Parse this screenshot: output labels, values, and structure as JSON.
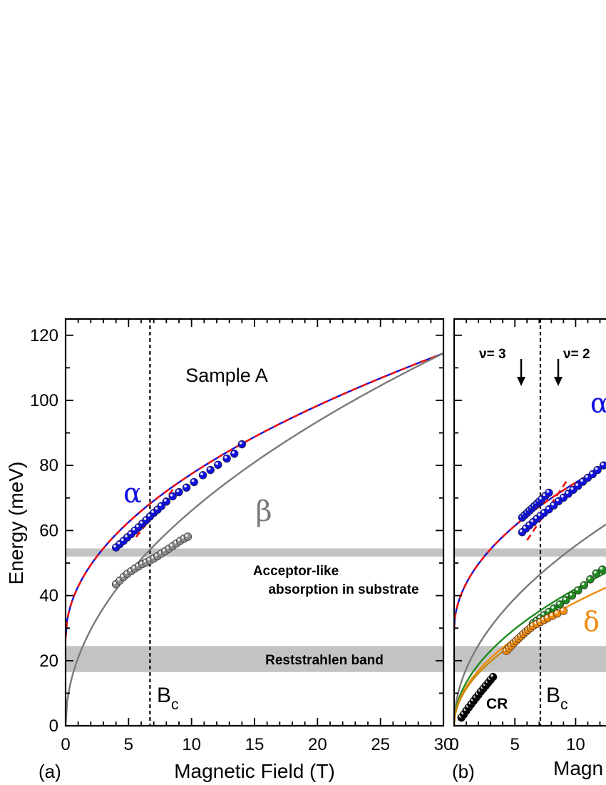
{
  "colors": {
    "blue": "#1010e0",
    "red_dashed": "#ee1111",
    "gray_curve": "#7a7a7a",
    "gray_points": "#8c8c8c",
    "band": "#c3c3c3",
    "green": "#1f8a1f",
    "orange": "#f08a10",
    "dark_orange": "#c78a0a",
    "black": "#000000"
  },
  "chart_data": [
    {
      "type": "scatter",
      "panel_label": "(a)",
      "xlabel": "Magnetic Field (T)",
      "ylabel": "Energy (meV)",
      "xlim": [
        0,
        30
      ],
      "ylim": [
        0,
        125
      ],
      "xticks": [
        0,
        5,
        10,
        15,
        20,
        25,
        30
      ],
      "yticks": [
        0,
        20,
        40,
        60,
        80,
        100,
        120
      ],
      "texts": {
        "sample": "Sample A",
        "alpha": "α",
        "beta": "β",
        "acceptor_line1": "Acceptor-like",
        "acceptor_line2": "absorption in substrate",
        "reststrahlen": "Reststrahlen band",
        "bc_main": "B",
        "bc_sub": "c"
      },
      "bc_field": 6.7,
      "bands": [
        {
          "name": "Acceptor-like absorption in substrate",
          "ymin": 52,
          "ymax": 54.5
        },
        {
          "name": "Reststrahlen band",
          "ymin": 16.5,
          "ymax": 24.5
        }
      ],
      "series": [
        {
          "kind": "curve",
          "role": "alpha_fit",
          "color": "blue",
          "dashed": false,
          "offset": 26.8,
          "coef": 16.0,
          "xmin": 0,
          "xmax": 30
        },
        {
          "kind": "curve",
          "role": "alpha_fit_alt",
          "color": "red_dashed",
          "dashed": true,
          "offset": 26.8,
          "coef": 16.0,
          "xmin": 0,
          "xmax": 30
        },
        {
          "kind": "curve",
          "role": "beta_fit",
          "color": "gray_curve",
          "dashed": false,
          "offset": 0,
          "coef": 20.9,
          "xmin": 0,
          "xmax": 30
        },
        {
          "kind": "segment",
          "role": "alpha_upper_dashed",
          "color": "red_dashed",
          "x": [
            5.6,
            8.6
          ],
          "y": [
            58,
            73
          ]
        },
        {
          "kind": "points",
          "role": "alpha_data",
          "color": "blue",
          "x": [
            4.0,
            4.3,
            4.6,
            4.9,
            5.2,
            5.5,
            5.8,
            6.1,
            6.4,
            6.7,
            7.0,
            7.3,
            7.6,
            8.0,
            8.5,
            9.0,
            9.6,
            10.2,
            10.9,
            11.5,
            12.1,
            12.8,
            13.4,
            14.0
          ],
          "y": [
            54.8,
            55.8,
            56.8,
            57.9,
            58.9,
            60.0,
            61.0,
            62.1,
            63.2,
            64.3,
            65.4,
            66.4,
            67.5,
            68.9,
            70.5,
            71.8,
            73.2,
            74.9,
            77.0,
            78.6,
            80.2,
            82.1,
            83.6,
            86.5
          ]
        },
        {
          "kind": "points",
          "role": "beta_data",
          "color": "gray_points",
          "x": [
            4.0,
            4.3,
            4.6,
            4.9,
            5.2,
            5.5,
            5.8,
            6.1,
            6.4,
            6.7,
            7.0,
            7.3,
            7.6,
            7.9,
            8.2,
            8.5,
            8.8,
            9.1,
            9.4,
            9.7
          ],
          "y": [
            43.5,
            44.6,
            45.7,
            46.7,
            47.5,
            48.3,
            49.0,
            49.7,
            50.2,
            50.8,
            51.4,
            52.1,
            52.9,
            53.6,
            54.4,
            55.2,
            56.0,
            56.8,
            57.5,
            58.1
          ]
        }
      ]
    },
    {
      "type": "scatter",
      "panel_label": "(b)",
      "xlabel": "Magn",
      "ylabel": "",
      "xlim": [
        0,
        12.5
      ],
      "ylim": [
        0,
        125
      ],
      "xticks": [
        0,
        5,
        10
      ],
      "yticks": [
        0,
        20,
        40,
        60,
        80,
        100,
        120
      ],
      "texts": {
        "nu3": "ν= 3",
        "nu2": "ν= 2",
        "alpha": "α",
        "delta": "δ",
        "cr": "CR",
        "bc_main": "B",
        "bc_sub": "c"
      },
      "bc_field": 7.1,
      "nu3_field": 5.7,
      "nu2_field": 8.7,
      "bands": [
        {
          "name": "acceptor-like",
          "ymin": 52,
          "ymax": 54.5
        },
        {
          "name": "reststrahlen",
          "ymin": 16.5,
          "ymax": 24.5
        }
      ],
      "series": [
        {
          "kind": "curve",
          "role": "alpha_fit",
          "color": "blue",
          "dashed": false,
          "offset": 29.5,
          "coef": 14.3,
          "xmin": 0,
          "xmax": 12.5
        },
        {
          "kind": "curve",
          "role": "alpha_fit_alt",
          "color": "red_dashed",
          "dashed": true,
          "offset": 29.5,
          "coef": 14.3,
          "xmin": 0,
          "xmax": 12.5
        },
        {
          "kind": "curve",
          "role": "gray_fit",
          "color": "gray_curve",
          "dashed": false,
          "offset": 0,
          "coef": 17.5,
          "xmin": 0,
          "xmax": 12.5
        },
        {
          "kind": "curve",
          "role": "green_fit",
          "color": "green",
          "dashed": false,
          "offset": 0,
          "coef": 13.3,
          "xmin": 0,
          "xmax": 12.5
        },
        {
          "kind": "curve",
          "role": "orange_fit",
          "color": "orange",
          "dashed": false,
          "offset": 0,
          "coef": 12.0,
          "xmin": 0,
          "xmax": 12.5
        },
        {
          "kind": "curve",
          "role": "dark_orange_fit",
          "color": "dark_orange",
          "dashed": false,
          "offset": 0,
          "coef": 11.4,
          "xmin": 0,
          "xmax": 5
        },
        {
          "kind": "segment",
          "role": "alpha_upper_dashed",
          "color": "red_dashed",
          "x": [
            6.0,
            9.4
          ],
          "y": [
            57,
            76
          ]
        },
        {
          "kind": "points",
          "role": "alpha_upper_data",
          "color": "blue",
          "x": [
            5.6,
            5.8,
            6.0,
            6.2,
            6.4,
            6.6,
            6.8,
            7.0,
            7.2,
            7.5,
            7.8
          ],
          "y": [
            64.0,
            64.7,
            65.4,
            66.1,
            66.8,
            67.5,
            68.2,
            68.9,
            69.6,
            70.6,
            71.6
          ]
        },
        {
          "kind": "points",
          "role": "alpha_lower_data",
          "color": "blue",
          "x": [
            5.6,
            5.9,
            6.2,
            6.5,
            6.8,
            7.1,
            7.4,
            7.8,
            8.2,
            8.6,
            9.0,
            9.4,
            9.8,
            10.2,
            10.6,
            11.0,
            11.4,
            11.8,
            12.3
          ],
          "y": [
            59.5,
            60.6,
            61.6,
            62.6,
            63.6,
            64.5,
            65.4,
            66.5,
            67.7,
            69.0,
            70.1,
            71.3,
            72.5,
            73.7,
            75.0,
            76.2,
            77.3,
            78.6,
            80.0
          ]
        },
        {
          "kind": "points",
          "role": "green_data",
          "color": "green",
          "x": [
            6.5,
            6.8,
            7.1,
            7.4,
            7.8,
            8.2,
            8.7,
            9.2,
            9.7,
            10.2,
            10.7,
            11.2,
            11.7,
            12.2
          ],
          "y": [
            31.5,
            32.3,
            33.1,
            34.0,
            35.0,
            36.0,
            37.3,
            38.6,
            40.0,
            41.6,
            43.2,
            45.0,
            46.8,
            48.0
          ]
        },
        {
          "kind": "points",
          "role": "orange_data",
          "color": "orange",
          "x": [
            4.3,
            4.5,
            4.7,
            4.9,
            5.1,
            5.3,
            5.5,
            5.7,
            5.9,
            6.1,
            6.3,
            6.5,
            6.8,
            7.1,
            7.4,
            7.7,
            8.1,
            8.5,
            9.0
          ],
          "y": [
            23.0,
            23.8,
            24.6,
            25.4,
            26.1,
            26.8,
            27.5,
            28.2,
            28.9,
            29.5,
            30.1,
            30.7,
            31.3,
            31.9,
            32.5,
            33.1,
            33.8,
            34.5,
            35.3
          ]
        },
        {
          "kind": "points",
          "role": "cr_data",
          "color": "black",
          "x": [
            0.6,
            0.8,
            1.0,
            1.2,
            1.4,
            1.6,
            1.8,
            2.0,
            2.2,
            2.4,
            2.6,
            2.8,
            3.0,
            3.2
          ],
          "y": [
            2.5,
            3.5,
            4.6,
            5.6,
            6.6,
            7.6,
            8.6,
            9.5,
            10.5,
            11.4,
            12.3,
            13.2,
            14.1,
            15.0
          ]
        }
      ]
    }
  ]
}
